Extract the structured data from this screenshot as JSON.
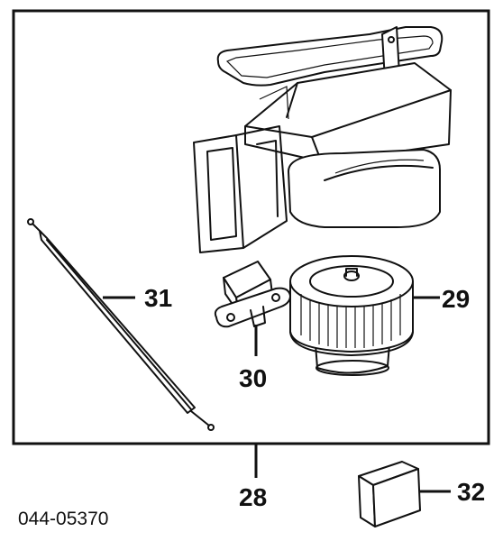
{
  "callouts": {
    "blower_housing": "28",
    "fan_wheel": "29",
    "resistor": "30",
    "control_rod": "31",
    "relay": "32"
  },
  "catalog_number": "044-05370",
  "colors": {
    "ink": "#111111",
    "paper": "#ffffff"
  }
}
